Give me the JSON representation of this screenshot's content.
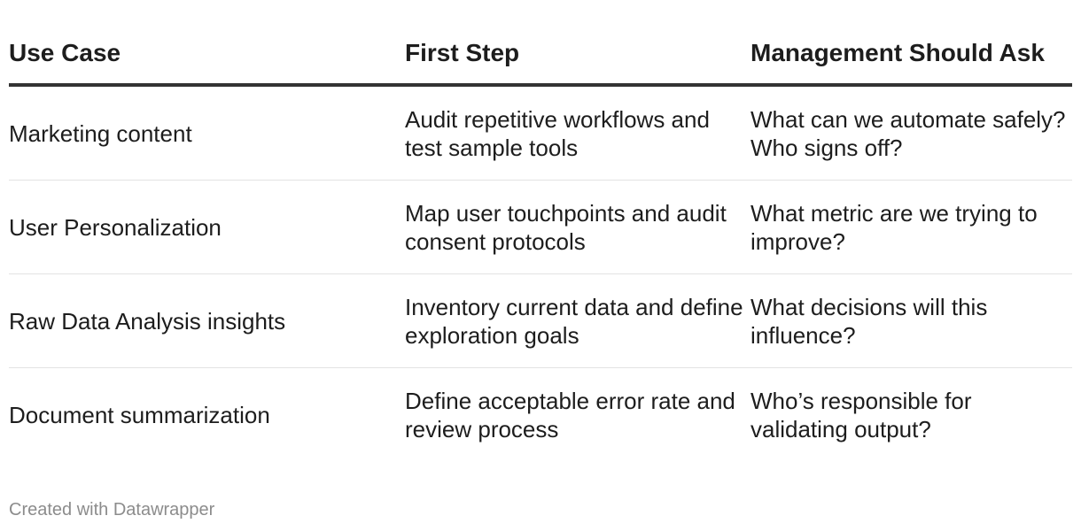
{
  "table": {
    "headers": [
      "Use Case",
      "First Step",
      "Management Should Ask"
    ],
    "rows": [
      [
        "Marketing content",
        "Audit repetitive workflows and test sample tools",
        "What can we automate safely? Who signs off?"
      ],
      [
        "User Personalization",
        "Map user touchpoints and audit consent protocols",
        "What metric are we trying to improve?"
      ],
      [
        "Raw Data Analysis insights",
        "Inventory current data and define exploration goals",
        "What decisions will this influence?"
      ],
      [
        "Document summarization",
        "Define acceptable error rate and review process",
        "Who’s responsible for validating output?"
      ]
    ]
  },
  "footer": {
    "credit": "Created with Datawrapper"
  }
}
